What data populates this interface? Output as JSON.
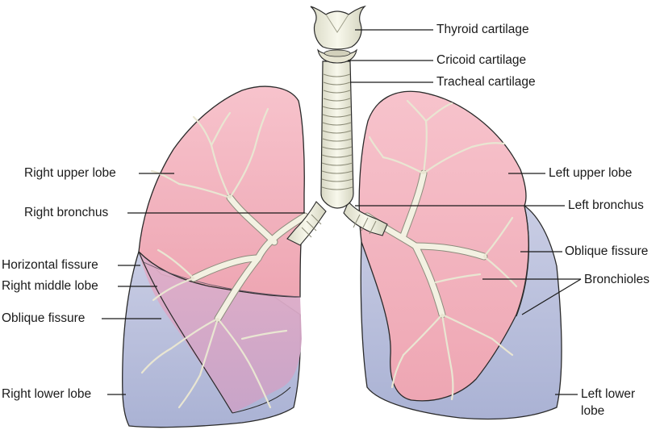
{
  "labels": {
    "thyroid_cartilage": "Thyroid cartilage",
    "cricoid_cartilage": "Cricoid cartilage",
    "tracheal_cartilage": "Tracheal cartilage",
    "right_upper_lobe": "Right upper lobe",
    "left_upper_lobe": "Left upper lobe",
    "right_bronchus": "Right bronchus",
    "left_bronchus": "Left bronchus",
    "horizontal_fissure": "Horizontal fissure",
    "right_middle_lobe": "Right middle lobe",
    "oblique_fissure_left_side": "Oblique fissure",
    "oblique_fissure_right_side": "Oblique fissure",
    "bronchioles": "Bronchioles",
    "right_lower_lobe": "Right lower lobe",
    "left_lower_lobe_line1": "Left lower",
    "left_lower_lobe_line2": "lobe"
  },
  "colors": {
    "upper_lobe_pink": "#f2b6c0",
    "middle_lobe_mauve": "#d7a8c4",
    "lower_lobe_blue": "#b9c0dc",
    "airway_cream": "#f1f1e3",
    "outline": "#2a2a2a"
  }
}
